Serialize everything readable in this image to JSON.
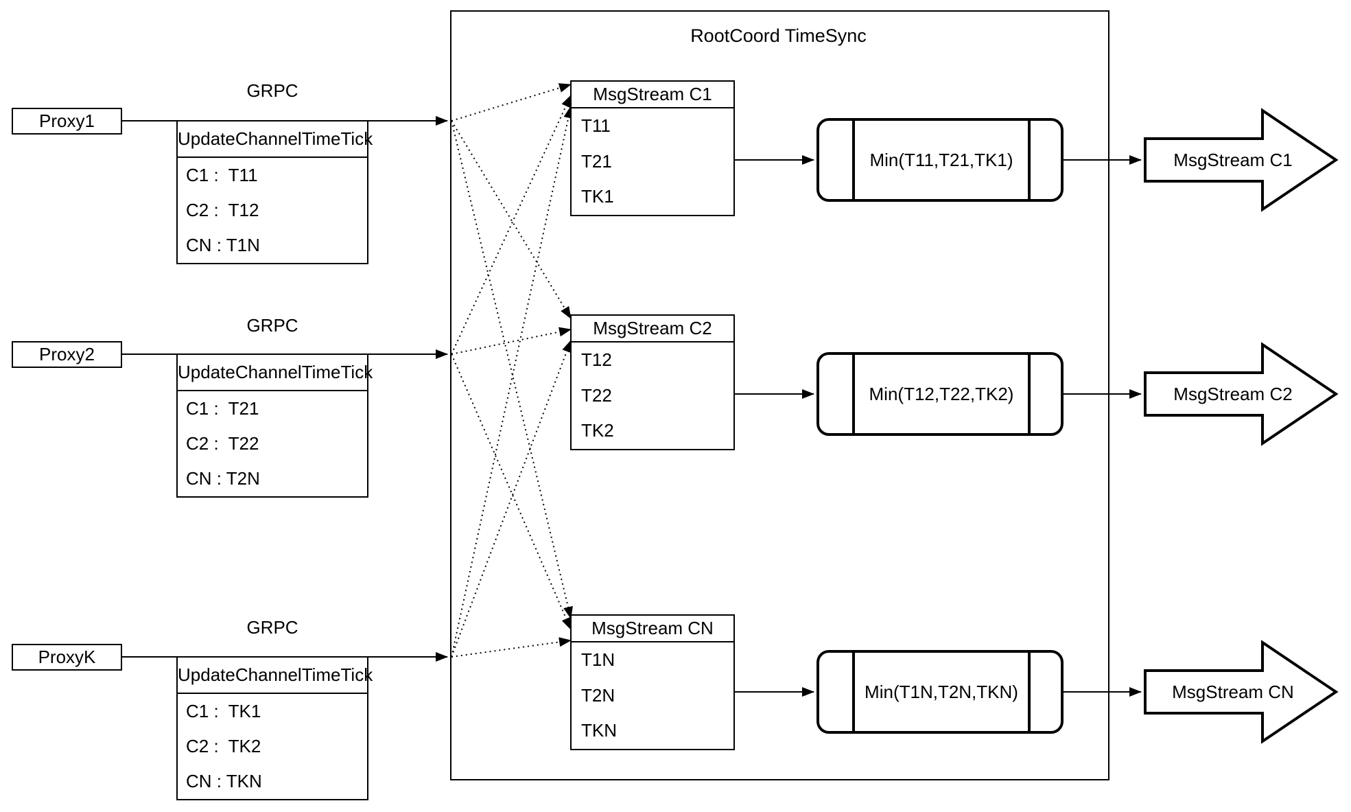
{
  "diagram": {
    "root_title": "RootCoord TimeSync",
    "colors": {
      "stroke": "#000000",
      "background": "#ffffff"
    },
    "proxies": [
      {
        "name": "Proxy1",
        "protocol_label": "GRPC",
        "table_header": "UpdateChannelTimeTick",
        "rows": [
          "C1 :  T11",
          "C2 :  T12",
          "CN : T1N"
        ]
      },
      {
        "name": "Proxy2",
        "protocol_label": "GRPC",
        "table_header": "UpdateChannelTimeTick",
        "rows": [
          "C1 :  T21",
          "C2 :  T22",
          "CN : T2N"
        ]
      },
      {
        "name": "ProxyK",
        "protocol_label": "GRPC",
        "table_header": "UpdateChannelTimeTick",
        "rows": [
          "C1 :  TK1",
          "C2 :  TK2",
          "CN : TKN"
        ]
      }
    ],
    "streams": [
      {
        "header": "MsgStream C1",
        "rows": [
          "T11",
          "T21",
          "TK1"
        ],
        "min_label": "Min(T11,T21,TK1)",
        "output_label": "MsgStream C1"
      },
      {
        "header": "MsgStream C2",
        "rows": [
          "T12",
          "T22",
          "TK2"
        ],
        "min_label": "Min(T12,T22,TK2)",
        "output_label": "MsgStream C2"
      },
      {
        "header": "MsgStream CN",
        "rows": [
          "T1N",
          "T2N",
          "TKN"
        ],
        "min_label": "Min(T1N,T2N,TKN)",
        "output_label": "MsgStream CN"
      }
    ]
  }
}
